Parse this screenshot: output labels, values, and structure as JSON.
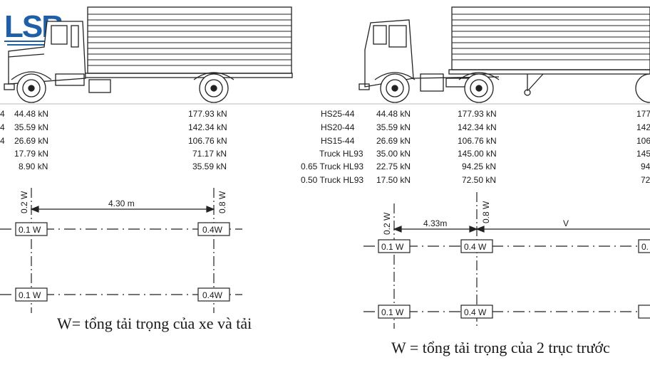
{
  "logo": {
    "text": "LSB"
  },
  "left": {
    "load_rows": [
      {
        "name": "4",
        "front": "44.48 kN",
        "rear": "177.93 kN"
      },
      {
        "name": "4",
        "front": "35.59 kN",
        "rear": "142.34 kN"
      },
      {
        "name": "4",
        "front": "26.69 kN",
        "rear": "106.76 kN"
      },
      {
        "name": "",
        "front": "17.79 kN",
        "rear": "71.17 kN"
      },
      {
        "name": "",
        "front": "8.90 kN",
        "rear": "35.59 kN"
      }
    ],
    "front_fraction": "0.2 W",
    "rear_fraction": "0.8 W",
    "spacing": "4.30 m",
    "wheel_front": "0.1 W",
    "wheel_rear": "0.4W",
    "caption": "W= tổng tải trọng của xe và tải"
  },
  "right": {
    "load_rows": [
      {
        "name": "HS25-44",
        "front": "44.48 kN",
        "mid": "177.93 kN",
        "rear": "177"
      },
      {
        "name": "HS20-44",
        "front": "35.59 kN",
        "mid": "142.34 kN",
        "rear": "142"
      },
      {
        "name": "HS15-44",
        "front": "26.69 kN",
        "mid": "106.76 kN",
        "rear": "106"
      },
      {
        "name": "Truck HL93",
        "front": "35.00 kN",
        "mid": "145.00 kN",
        "rear": "145"
      },
      {
        "name": "0.65 Truck HL93",
        "front": "22.75 kN",
        "mid": "94.25 kN",
        "rear": "94"
      },
      {
        "name": "0.50 Truck HL93",
        "front": "17.50 kN",
        "mid": "72.50 kN",
        "rear": "72"
      }
    ],
    "front_fraction": "0.2 W",
    "mid_fraction": "0.8 W",
    "spacing": "4.33m",
    "variable_spacing": "V",
    "wheel_front": "0.1 W",
    "wheel_mid": "0.4 W",
    "wheel_rear": "0.",
    "caption": "W = tổng tải trọng của 2 trục trước"
  }
}
